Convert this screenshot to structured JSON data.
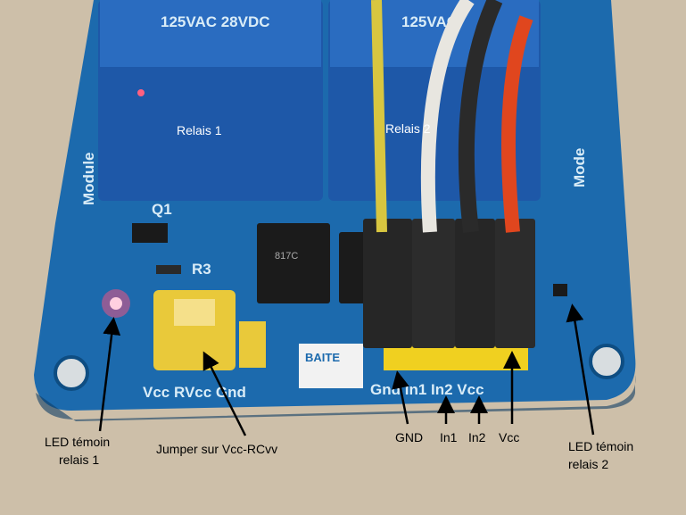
{
  "photo": {
    "board_silkscreen": {
      "module_text": "Module",
      "module_text_right": "Mode",
      "jumper_pins": "Vcc RVcc Gnd",
      "header_pins": "Gnd In1 In2 Vcc",
      "brand": "BAITE",
      "q1": "Q1",
      "r3": "R3",
      "relay_text_1": "125VAC 28VDC",
      "relay_text_2": "125VAC",
      "chip": "817C"
    }
  },
  "annotations": {
    "relais1": "Relais 1",
    "relais2": "Relais 2",
    "led1_line1": "LED témoin",
    "led1_line2": "relais 1",
    "jumper": "Jumper sur Vcc-RCvv",
    "gnd": "GND",
    "in1": "In1",
    "in2": "In2",
    "vcc": "Vcc",
    "led2_line1": "LED témoin",
    "led2_line2": "relais 2"
  },
  "colors": {
    "pcb": "#1c6aad",
    "relay": "#1e58a8",
    "wire_yellow": "#d8c640",
    "wire_white": "#e8e6e0",
    "wire_black": "#2a2a2a",
    "wire_red": "#e0461e",
    "header_yellow": "#f0d020"
  }
}
